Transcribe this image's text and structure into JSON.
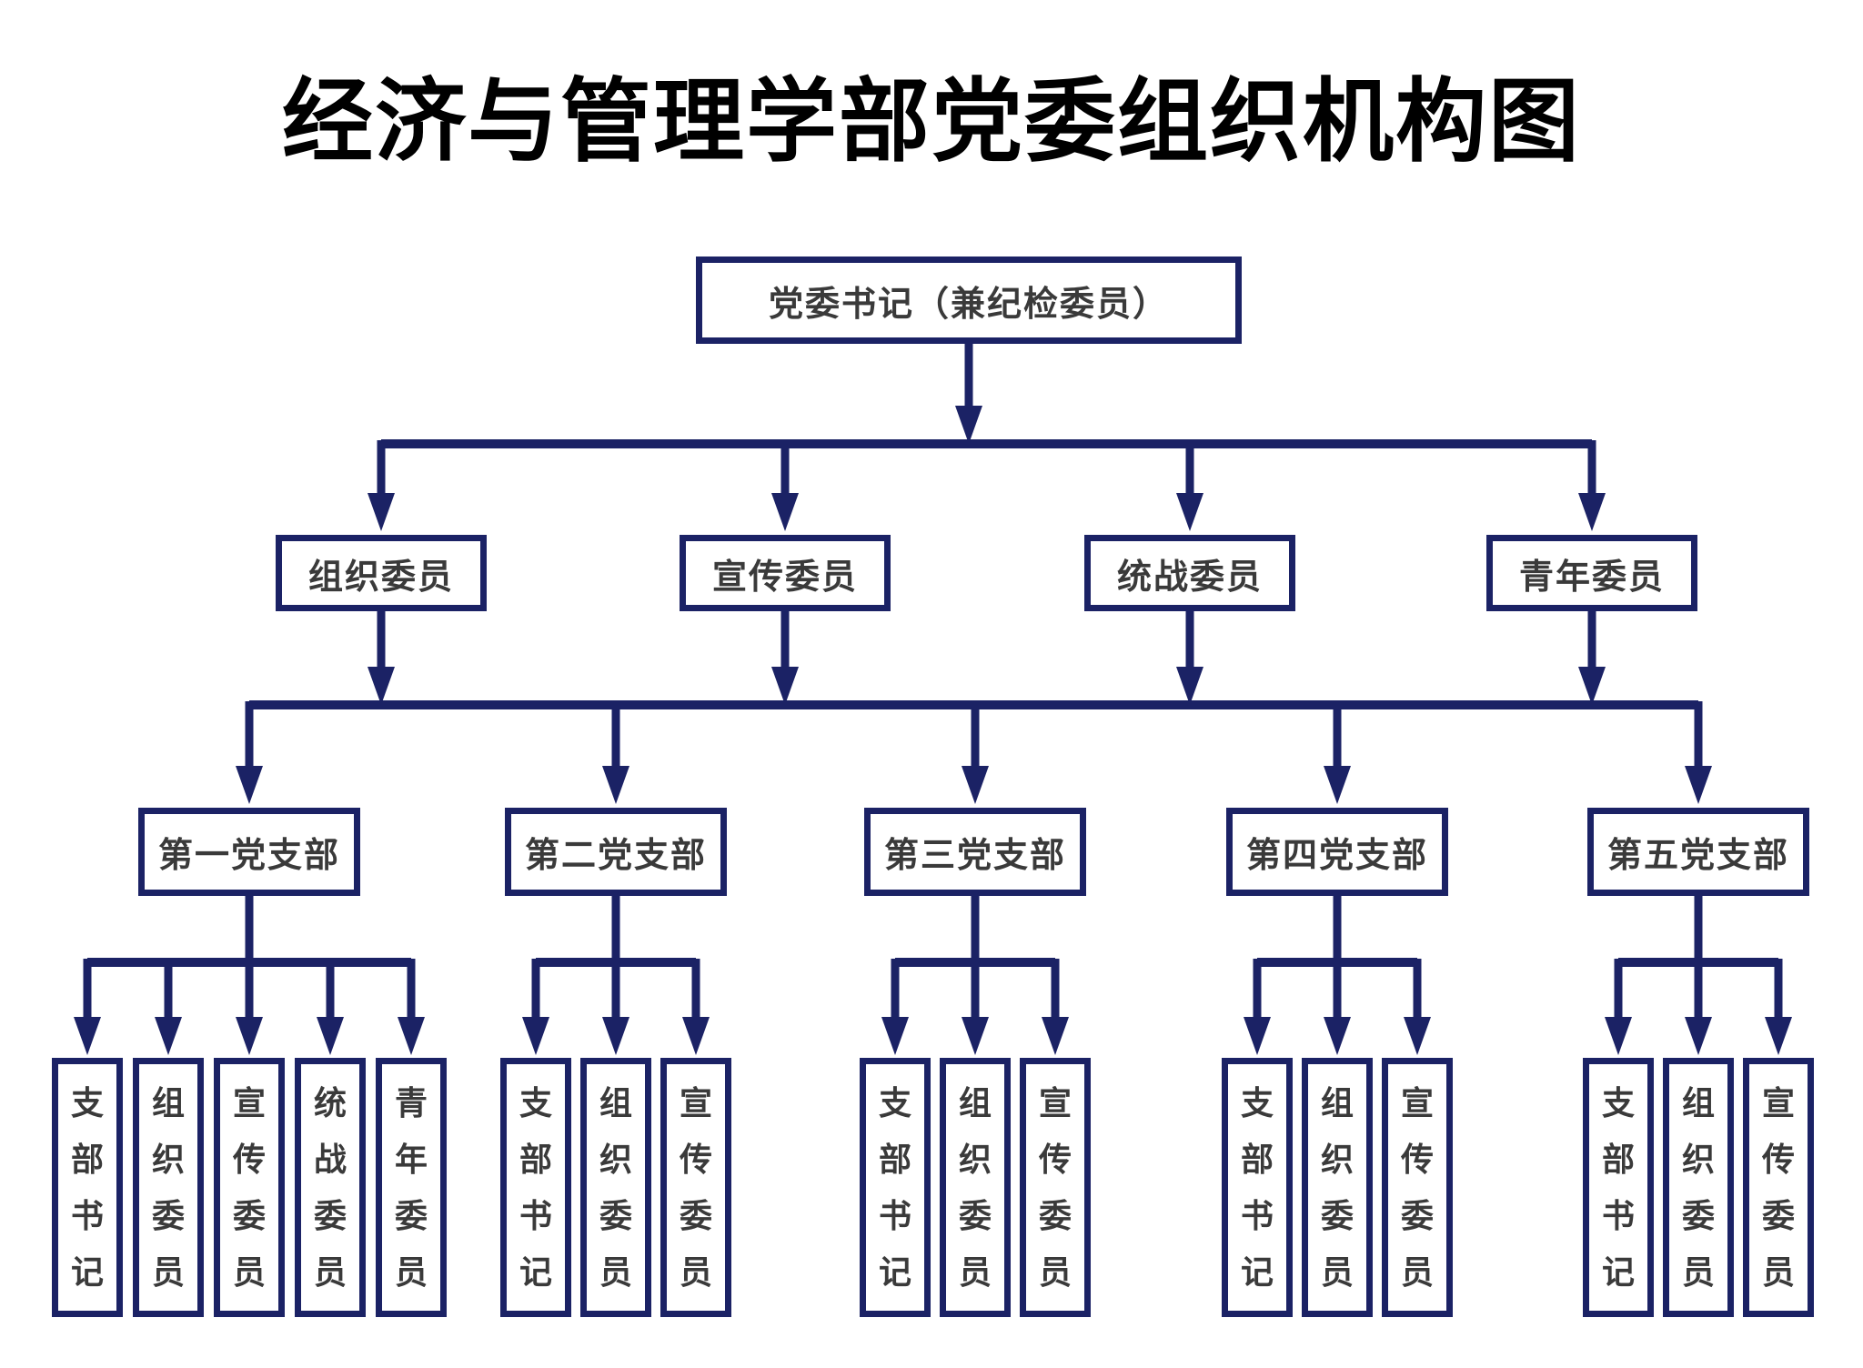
{
  "title": "经济与管理学部党委组织机构图",
  "colors": {
    "line": "#1B2265",
    "box_border": "#1B2265",
    "box_background": "#FFFFFF",
    "node_text": "#3A3A3A",
    "title_text": "#000000",
    "page_background": "#FFFFFF"
  },
  "org": {
    "root": {
      "label": "党委书记（兼纪检委员）"
    },
    "committees": [
      {
        "label": "组织委员"
      },
      {
        "label": "宣传委员"
      },
      {
        "label": "统战委员"
      },
      {
        "label": "青年委员"
      }
    ],
    "branches": [
      {
        "label": "第一党支部",
        "members": [
          {
            "label": "支部书记"
          },
          {
            "label": "组织委员"
          },
          {
            "label": "宣传委员"
          },
          {
            "label": "统战委员"
          },
          {
            "label": "青年委员"
          }
        ]
      },
      {
        "label": "第二党支部",
        "members": [
          {
            "label": "支部书记"
          },
          {
            "label": "组织委员"
          },
          {
            "label": "宣传委员"
          }
        ]
      },
      {
        "label": "第三党支部",
        "members": [
          {
            "label": "支部书记"
          },
          {
            "label": "组织委员"
          },
          {
            "label": "宣传委员"
          }
        ]
      },
      {
        "label": "第四党支部",
        "members": [
          {
            "label": "支部书记"
          },
          {
            "label": "组织委员"
          },
          {
            "label": "宣传委员"
          }
        ]
      },
      {
        "label": "第五党支部",
        "members": [
          {
            "label": "支部书记"
          },
          {
            "label": "组织委员"
          },
          {
            "label": "宣传委员"
          }
        ]
      }
    ]
  }
}
